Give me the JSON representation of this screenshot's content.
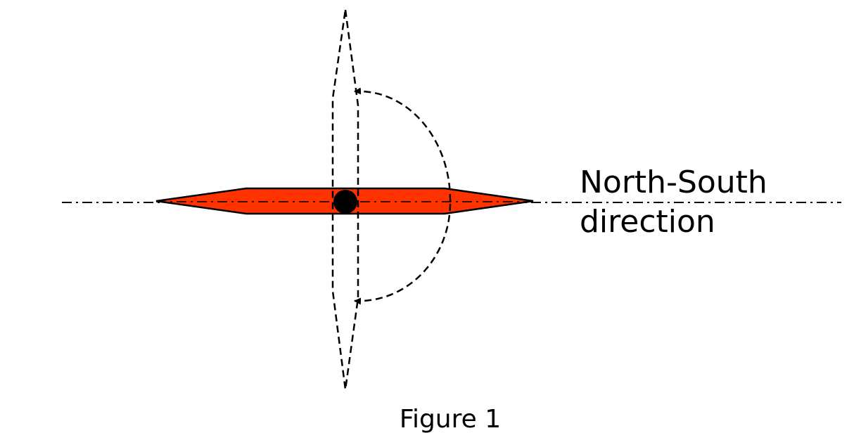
{
  "diagram": {
    "axis_label_line1": "North-South",
    "axis_label_line2": "direction",
    "caption": "Figure 1",
    "needle_color": "#ff3300",
    "pivot_color": "#000000",
    "line_color": "#000000"
  }
}
